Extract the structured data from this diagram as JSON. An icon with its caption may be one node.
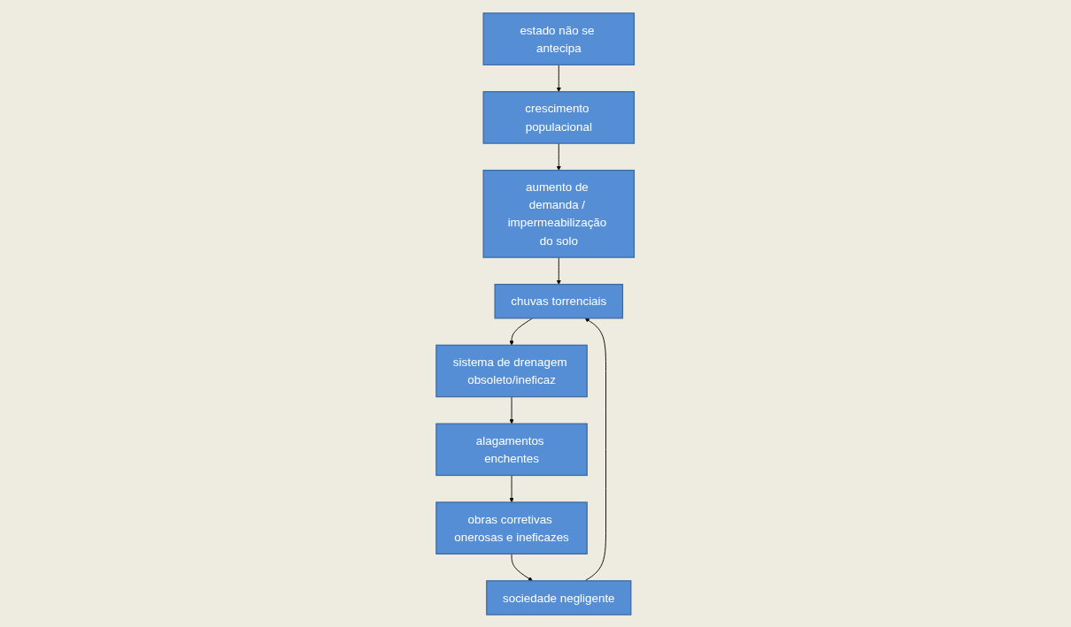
{
  "diagram": {
    "nodes": [
      {
        "text": [
          "estado não se antecipa"
        ]
      },
      {
        "text": [
          "crescimento populacional"
        ]
      },
      {
        "text": [
          "aumento de demanda / impermeabilização do solo"
        ]
      },
      {
        "text": [
          "chuvas torrenciais"
        ]
      },
      {
        "text": [
          "sistema de drenagem obsoleto/ineficaz"
        ]
      },
      {
        "text": [
          "alagamentos enchentes"
        ]
      },
      {
        "text": [
          "obras corretivas onerosas e ineficazes"
        ]
      },
      {
        "text": [
          "sociedade negligente"
        ]
      }
    ],
    "edges": [
      {
        "from": 0,
        "to": 1,
        "arrow": "to"
      },
      {
        "from": 1,
        "to": 2,
        "arrow": "to"
      },
      {
        "from": 2,
        "to": 3,
        "arrow": "to"
      },
      {
        "from": 3,
        "to": 4,
        "arrow": "to"
      },
      {
        "from": 4,
        "to": 5,
        "arrow": "to"
      },
      {
        "from": 5,
        "to": 6,
        "arrow": "to"
      },
      {
        "from": 6,
        "to": 7,
        "arrow": "to"
      },
      {
        "from": 7,
        "to": 3,
        "arrow": "to"
      }
    ]
  }
}
